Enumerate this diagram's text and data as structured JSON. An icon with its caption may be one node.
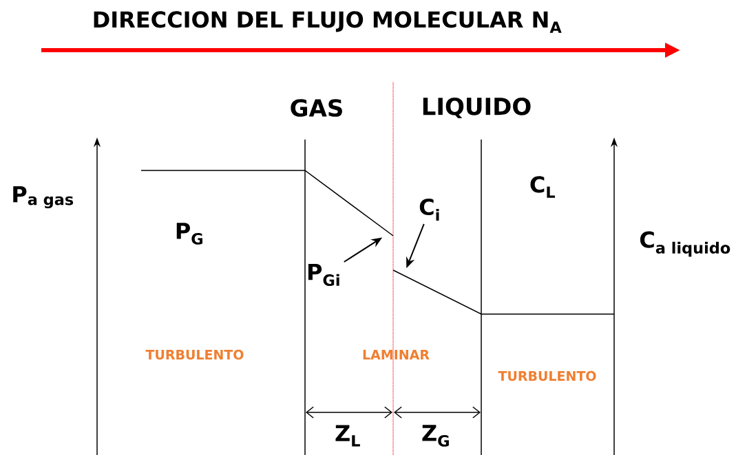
{
  "diagram": {
    "title": "DIRECCION DEL FLUJO MOLECULAR N$_{A}$",
    "nodes": [
      {
        "text": [
          "P$_{Gi}$"
        ]
      },
      {
        "text": [
          "C$_{i}$"
        ]
      },
      {
        "text": [],
        "shape": "line"
      },
      {
        "text": [],
        "shape": "line"
      }
    ],
    "edges": [
      {
        "from": 0,
        "to": 2,
        "arrow": "to"
      },
      {
        "from": 1,
        "to": 3,
        "arrow": "to"
      }
    ],
    "labels": [
      "GAS",
      "LIQUIDO",
      "\\text{P}_{\\text{a gas}}",
      "P$_{G}$",
      "C$_{L}$",
      "\\text{C}_{\\text{a liquido}}",
      "TURBULENTO",
      "LAMINAR",
      "TURBULENTO",
      "Z$_{L}$",
      "Z$_{G}$"
    ]
  }
}
